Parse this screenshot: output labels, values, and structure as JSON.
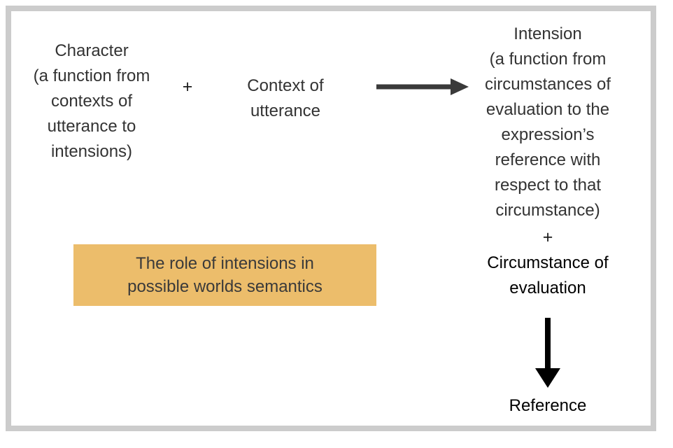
{
  "diagram": {
    "title": "The role of intensions in possible worlds semantics",
    "frame": {
      "border_color": "#cccccc",
      "background_color": "#ffffff"
    },
    "nodes": {
      "character": {
        "label": "Character\n(a function from\ncontexts of\nutterance to\nintensions)",
        "color": "#333333"
      },
      "context_of_utterance": {
        "label": "Context of\nutterance",
        "color": "#333333"
      },
      "intension": {
        "label": "Intension\n(a function from\ncircumstances of\nevaluation to the\nexpression’s\nreference with\nrespect to that\ncircumstance)",
        "color": "#333333"
      },
      "circumstance_of_evaluation": {
        "label": "Circumstance of\nevaluation",
        "color": "#000000"
      },
      "reference": {
        "label": "Reference",
        "color": "#000000"
      }
    },
    "operators": {
      "plus_one": "+",
      "plus_two": "+"
    },
    "arrows": {
      "character_to_intension": {
        "direction": "right",
        "color": "#3a3a3a"
      },
      "circumstance_to_reference": {
        "direction": "down",
        "color": "#000000"
      }
    },
    "caption": {
      "text": "The role of intensions in\npossible worlds semantics",
      "background_color": "#ecbd6b",
      "text_color": "#3a3a3a"
    }
  }
}
